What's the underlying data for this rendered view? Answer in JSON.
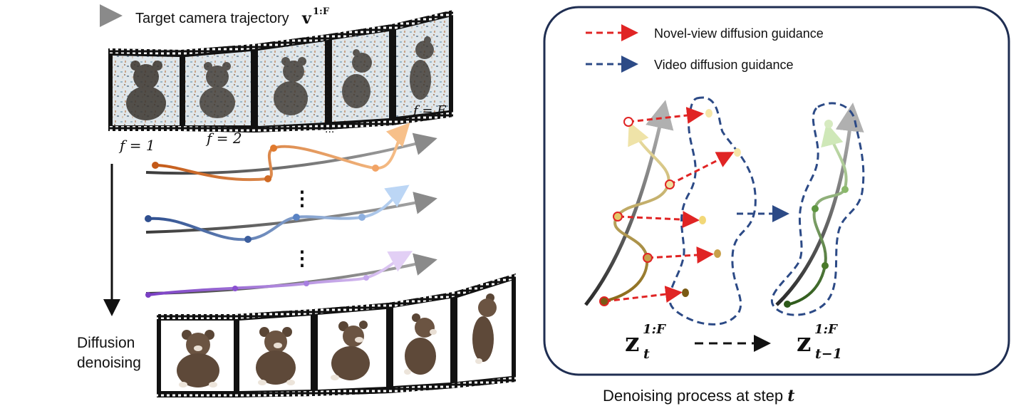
{
  "left": {
    "trajectory_label": "Target camera trajectory",
    "trajectory_symbol": "v",
    "trajectory_superscript": "1:F",
    "frame_labels": {
      "f1": "f = 1",
      "f2": "f = 2",
      "dots": "...",
      "fF": "f = F"
    },
    "ellipsis_1": "⋮",
    "ellipsis_2": "⋮",
    "denoise_label_line1": "Diffusion",
    "denoise_label_line2": "denoising"
  },
  "right": {
    "legend": [
      {
        "label": "Novel-view diffusion guidance",
        "color": "#e02424"
      },
      {
        "label": "Video diffusion guidance",
        "color": "#2c4a86"
      }
    ],
    "z_from_symbol": "z",
    "z_from_sub": "t",
    "z_from_sup": "1:F",
    "z_to_symbol": "z",
    "z_to_sub": "t−1",
    "z_to_sup": "1:F",
    "caption_text": "Denoising process at step ",
    "caption_var": "t"
  },
  "colors": {
    "panel_border": "#1f2e52",
    "red_guidance": "#e02424",
    "blue_guidance": "#2c4a86",
    "orange_path": "#e07a2e",
    "blue_path": "#4a72b8",
    "purple_path": "#9b6ad6",
    "gold_path": "#b8962e",
    "green_path": "#4a7a2a"
  }
}
